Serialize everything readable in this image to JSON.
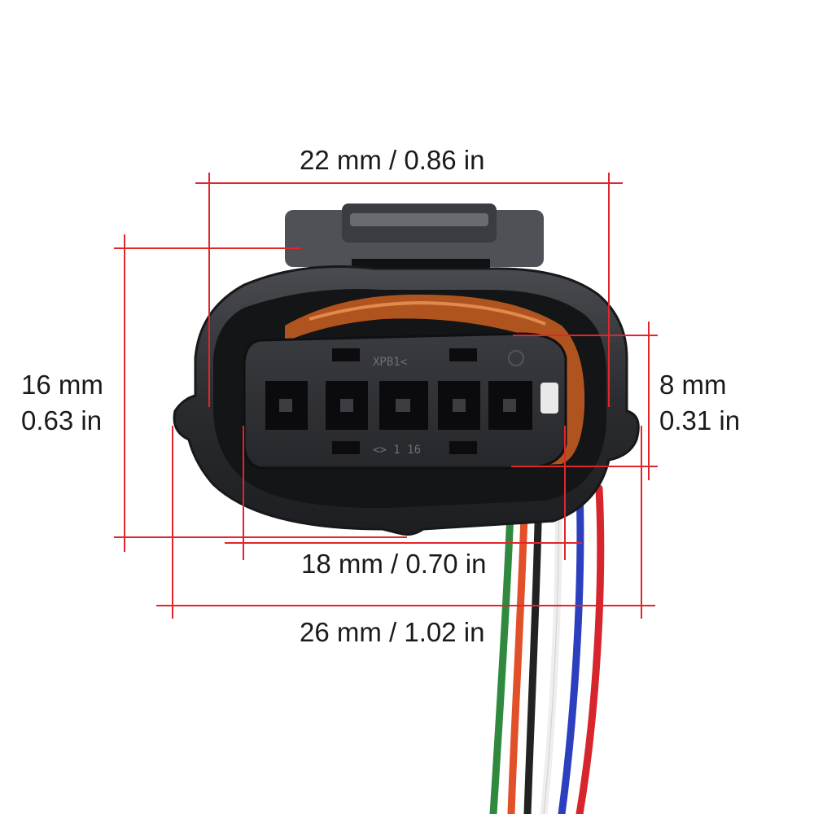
{
  "photo": {
    "subject": "connector-pigtail-front-view",
    "colors": {
      "connector_body": "#2b2c30",
      "connector_highlight": "#55565b",
      "seal": "#b0541f",
      "dimension_line": "#e2252b",
      "wire_colors": [
        "#2f8a3f",
        "#e2502a",
        "#222222",
        "#f2f2f2",
        "#2c3fbf",
        "#d6252c"
      ]
    },
    "connector_markings": {
      "top": "XPB1<",
      "bottom": "<> 1 16"
    }
  },
  "dimensions": {
    "top_width": "22 mm / 0.86 in",
    "left_height_mm": "16 mm",
    "left_height_in": "0.63 in",
    "right_height_mm": "8 mm",
    "right_height_in": "0.31 in",
    "inner_width": "18 mm / 0.70 in",
    "overall_width": "26 mm / 1.02 in"
  }
}
